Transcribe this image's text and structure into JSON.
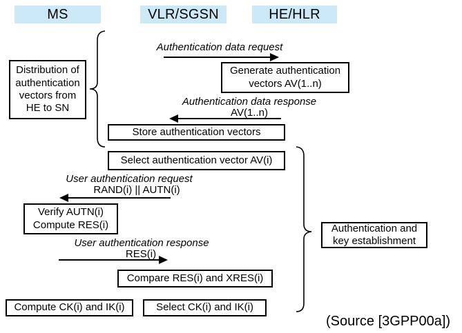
{
  "colors": {
    "header_bg": "#cce9f8",
    "line": "#000000",
    "background": "#ffffff"
  },
  "columns": [
    {
      "label": "MS"
    },
    {
      "label": "VLR/SGSN"
    },
    {
      "label": "HE/HLR"
    }
  ],
  "boxes": {
    "distribution": "Distribution of\nauthentication\nvectors from\nHE to SN",
    "generate_vectors": "Generate authentication\nvectors AV(1..n)",
    "store_vectors": "Store authentication vectors",
    "select_vector": "Select authentication vector AV(i)",
    "verify_compute": "Verify AUTN(i)\nCompute RES(i)",
    "compare_res": "Compare RES(i) and XRES(i)",
    "compute_keys": "Compute CK(i) and IK(i)",
    "select_keys": "Select CK(i) and IK(i)",
    "auth_key_establishment": "Authentication and\nkey establishment"
  },
  "messages": [
    {
      "label": "Authentication data request",
      "sub": "",
      "direction": "right"
    },
    {
      "label": "Authentication data response",
      "sub": "AV(1..n)",
      "direction": "left"
    },
    {
      "label": "User authentication request",
      "sub": "RAND(i) || AUTN(i)",
      "direction": "left"
    },
    {
      "label": "User authentication response",
      "sub": "RES(i)",
      "direction": "right"
    }
  ],
  "source_note": "(Source [3GPP00a])"
}
